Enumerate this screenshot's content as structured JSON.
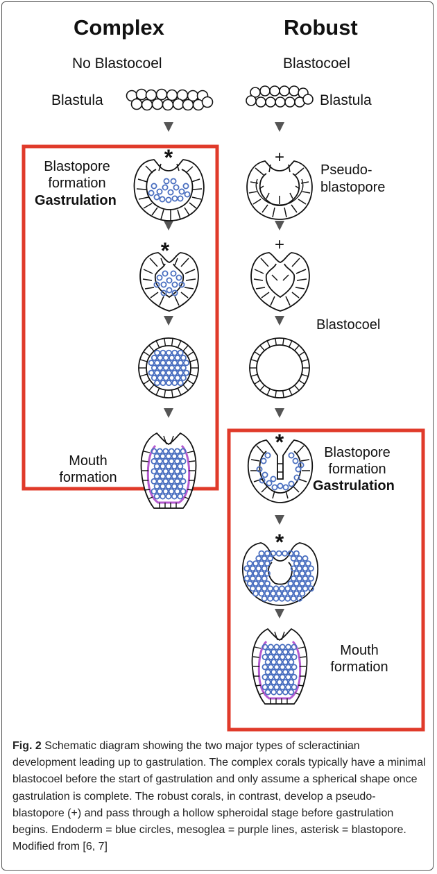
{
  "complex": {
    "title": "Complex",
    "blastocoel_note": "No Blastocoel",
    "blastula_label": "Blastula",
    "stage1_line1": "Blastopore",
    "stage1_line2": "formation",
    "stage1_line3": "Gastrulation",
    "mouth_line1": "Mouth",
    "mouth_line2": "formation",
    "blastopore_mark": "*"
  },
  "robust": {
    "title": "Robust",
    "blastocoel_note": "Blastocoel",
    "blastula_label": "Blastula",
    "pseudo_line1": "Pseudo-",
    "pseudo_line2": "blastopore",
    "blastocoel_label": "Blastocoel",
    "stage_line1": "Blastopore",
    "stage_line2": "formation",
    "stage_line3": "Gastrulation",
    "mouth_line1": "Mouth",
    "mouth_line2": "formation",
    "pseudo_mark": "+",
    "blastopore_mark": "*"
  },
  "caption": {
    "label": "Fig. 2",
    "text": "Schematic diagram showing the two major types of scleractinian development leading up to gastrulation. The complex corals typically have a minimal blastocoel before the start of gastrulation and only assume a spherical shape once gastrulation is complete. The robust corals, in contrast, develop a pseudo-blastopore (+) and pass through a hollow spheroidal stage before gastrulation begins. Endoderm = blue circles, mesoglea = purple lines, asterisk = blastopore. Modified from [6, 7]"
  },
  "colors": {
    "highlight_box": "#e03a2a",
    "endoderm": "#4a6fc0",
    "mesoglea": "#b45ad0",
    "arrow": "#555555"
  }
}
